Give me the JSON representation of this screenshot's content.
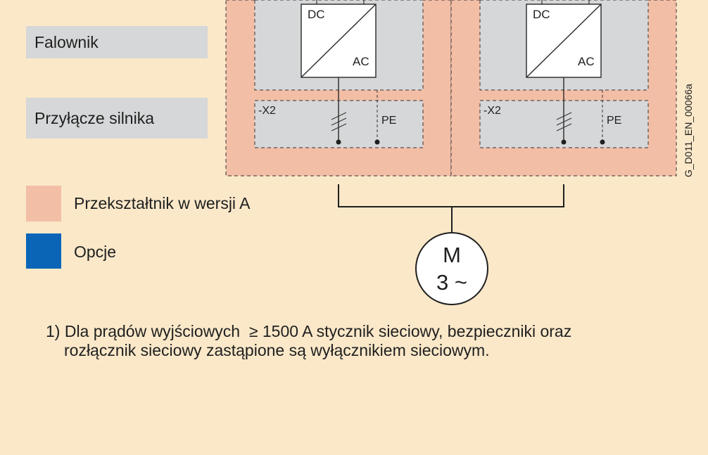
{
  "labels": {
    "inverter": "Falownik",
    "motor_connection": "Przyłącze silnika"
  },
  "legend": {
    "converter": "Przekształtnik w wersji A",
    "options": "Opcje"
  },
  "colors": {
    "background": "#fae8c9",
    "converter_fill": "#f3bea6",
    "label_box": "#d6d7d8",
    "options": "#0b65b6"
  },
  "units": [
    {
      "dc_label": "DC",
      "ac_label": "AC",
      "terminal_label": "-X2",
      "pe_label": "PE"
    },
    {
      "dc_label": "DC",
      "ac_label": "AC",
      "terminal_label": "-X2",
      "pe_label": "PE"
    }
  ],
  "motor": {
    "line1": "M",
    "line2": "3 ~"
  },
  "figure_id": "G_D011_EN_00066a",
  "footnote": {
    "line1": "1) Dla prądów wyjściowych  ≥ 1500 A stycznik sieciowy, bezpieczniki oraz",
    "line2": "rozłącznik sieciowy zastąpione są wyłącznikiem sieciowym."
  }
}
